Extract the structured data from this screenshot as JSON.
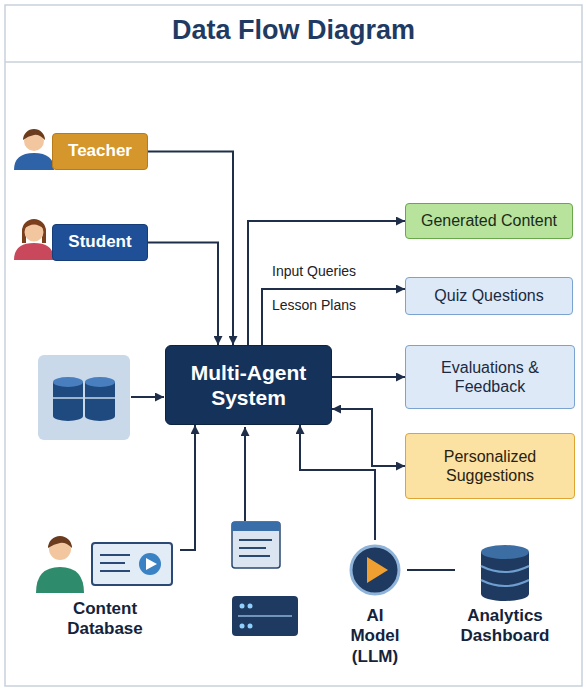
{
  "diagram": {
    "title": "Data Flow Diagram",
    "nodes": [
      {
        "text": [
          "Teacher"
        ]
      },
      {
        "text": [
          "Student"
        ]
      },
      {
        "text": [
          "Multi-Agent System"
        ]
      },
      {
        "text": [
          "Generated Content"
        ]
      },
      {
        "text": [
          "Quiz Questions"
        ]
      },
      {
        "text": [
          "Evaluations & Feedback"
        ]
      },
      {
        "text": [
          "Personalized Suggestions"
        ]
      },
      {
        "text": [
          "Content Database"
        ]
      },
      {
        "text": [
          "AI Model (LLM)"
        ]
      },
      {
        "text": [
          "Analytics Dashboard"
        ]
      }
    ],
    "edges": [
      {
        "from": 0,
        "to": 2,
        "arrow": "to"
      },
      {
        "from": 1,
        "to": 2,
        "arrow": "to"
      },
      {
        "from": 2,
        "to": 3,
        "arrow": "to"
      },
      {
        "from": 2,
        "to": 4,
        "arrow": "to"
      },
      {
        "from": 2,
        "to": 5,
        "arrow": "to"
      },
      {
        "from": 2,
        "to": 6,
        "arrow": "both"
      },
      {
        "from": 7,
        "to": 2,
        "arrow": "to"
      },
      {
        "from": 8,
        "to": 2,
        "arrow": "to"
      },
      {
        "from": 8,
        "to": 9,
        "arrow": "none"
      }
    ],
    "labels": [
      "Input Queries",
      "Lesson Plans"
    ]
  }
}
